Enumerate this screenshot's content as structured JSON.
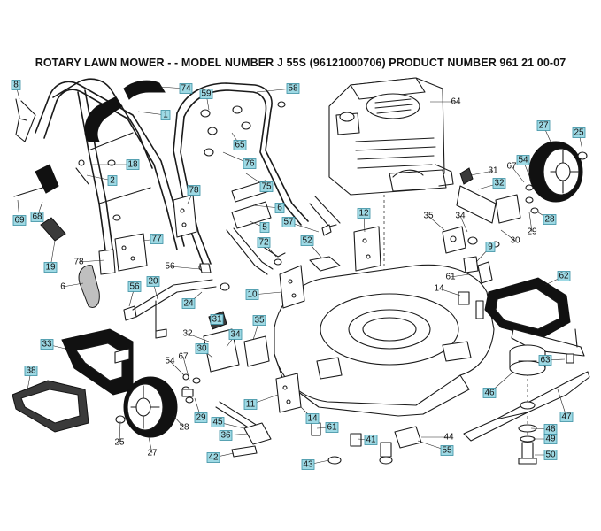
{
  "title": "ROTARY LAWN MOWER - - MODEL NUMBER  J 55S  (96121000706) PRODUCT NUMBER 961 21 00-07",
  "parts": [
    {
      "num": "8",
      "boxed": true
    },
    {
      "num": "74",
      "boxed": true
    },
    {
      "num": "59",
      "boxed": true
    },
    {
      "num": "58",
      "boxed": true
    },
    {
      "num": "64",
      "boxed": false
    },
    {
      "num": "1",
      "boxed": true
    },
    {
      "num": "65",
      "boxed": true
    },
    {
      "num": "27",
      "boxed": true
    },
    {
      "num": "25",
      "boxed": true
    },
    {
      "num": "18",
      "boxed": true
    },
    {
      "num": "76",
      "boxed": true
    },
    {
      "num": "31",
      "boxed": false
    },
    {
      "num": "67",
      "boxed": false
    },
    {
      "num": "54",
      "boxed": true
    },
    {
      "num": "2",
      "boxed": true
    },
    {
      "num": "75",
      "boxed": true
    },
    {
      "num": "32",
      "boxed": true
    },
    {
      "num": "69",
      "boxed": true
    },
    {
      "num": "68",
      "boxed": true
    },
    {
      "num": "78",
      "boxed": true
    },
    {
      "num": "6",
      "boxed": true
    },
    {
      "num": "12",
      "boxed": true
    },
    {
      "num": "28",
      "boxed": true
    },
    {
      "num": "35",
      "boxed": false
    },
    {
      "num": "34",
      "boxed": false
    },
    {
      "num": "29",
      "boxed": false
    },
    {
      "num": "57",
      "boxed": true
    },
    {
      "num": "5",
      "boxed": true
    },
    {
      "num": "30",
      "boxed": false
    },
    {
      "num": "77",
      "boxed": true
    },
    {
      "num": "72",
      "boxed": true
    },
    {
      "num": "52",
      "boxed": true
    },
    {
      "num": "9",
      "boxed": true
    },
    {
      "num": "19",
      "boxed": true
    },
    {
      "num": "78",
      "boxed": false
    },
    {
      "num": "56",
      "boxed": false
    },
    {
      "num": "62",
      "boxed": true
    },
    {
      "num": "61",
      "boxed": false
    },
    {
      "num": "6",
      "boxed": false
    },
    {
      "num": "20",
      "boxed": true
    },
    {
      "num": "14",
      "boxed": false
    },
    {
      "num": "56",
      "boxed": true
    },
    {
      "num": "10",
      "boxed": true
    },
    {
      "num": "24",
      "boxed": true
    },
    {
      "num": "31",
      "boxed": true
    },
    {
      "num": "35",
      "boxed": true
    },
    {
      "num": "33",
      "boxed": true
    },
    {
      "num": "32",
      "boxed": false
    },
    {
      "num": "34",
      "boxed": true
    },
    {
      "num": "30",
      "boxed": true
    },
    {
      "num": "54",
      "boxed": false
    },
    {
      "num": "67",
      "boxed": false
    },
    {
      "num": "63",
      "boxed": true
    },
    {
      "num": "38",
      "boxed": true
    },
    {
      "num": "46",
      "boxed": true
    },
    {
      "num": "11",
      "boxed": true
    },
    {
      "num": "47",
      "boxed": true
    },
    {
      "num": "29",
      "boxed": true
    },
    {
      "num": "45",
      "boxed": true
    },
    {
      "num": "14",
      "boxed": true
    },
    {
      "num": "28",
      "boxed": false
    },
    {
      "num": "61",
      "boxed": true
    },
    {
      "num": "48",
      "boxed": true
    },
    {
      "num": "25",
      "boxed": false
    },
    {
      "num": "36",
      "boxed": true
    },
    {
      "num": "44",
      "boxed": false
    },
    {
      "num": "41",
      "boxed": true
    },
    {
      "num": "49",
      "boxed": true
    },
    {
      "num": "27",
      "boxed": false
    },
    {
      "num": "55",
      "boxed": true
    },
    {
      "num": "42",
      "boxed": true
    },
    {
      "num": "50",
      "boxed": true
    },
    {
      "num": "43",
      "boxed": true
    }
  ]
}
